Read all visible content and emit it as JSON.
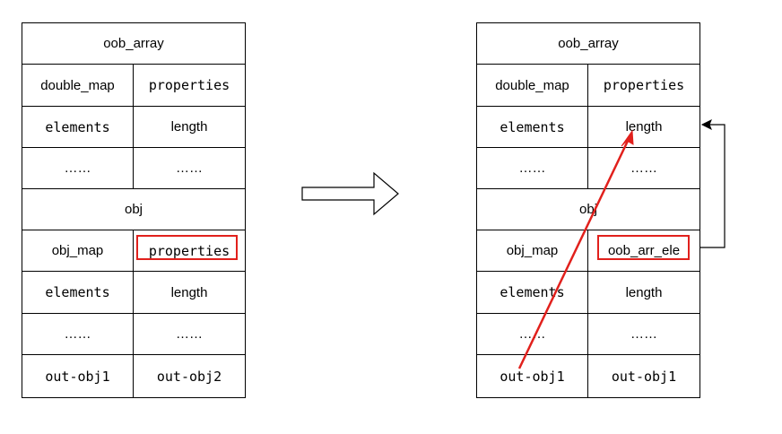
{
  "left_table": {
    "header": "oob_array",
    "row1": {
      "left": "double_map",
      "right": "properties"
    },
    "row2": {
      "left": "elements",
      "right": "length"
    },
    "row3": {
      "left": "……",
      "right": "……"
    },
    "section": "obj",
    "row5": {
      "left": "obj_map",
      "right": "properties"
    },
    "row6": {
      "left": "elements",
      "right": "length"
    },
    "row7": {
      "left": "……",
      "right": "……"
    },
    "row8": {
      "left": "out-obj1",
      "right": "out-obj2"
    }
  },
  "right_table": {
    "header": "oob_array",
    "row1": {
      "left": "double_map",
      "right": "properties"
    },
    "row2": {
      "left": "elements",
      "right": "length"
    },
    "row3": {
      "left": "……",
      "right": "……"
    },
    "section": "obj",
    "row5": {
      "left": "obj_map",
      "right": "oob_arr_ele"
    },
    "row6": {
      "left": "elements",
      "right": "length"
    },
    "row7": {
      "left": "……",
      "right": "……"
    },
    "row8": {
      "left": "out-obj1",
      "right": "out-obj1"
    }
  },
  "colors": {
    "highlight": "#e1201c",
    "line": "#000000"
  }
}
